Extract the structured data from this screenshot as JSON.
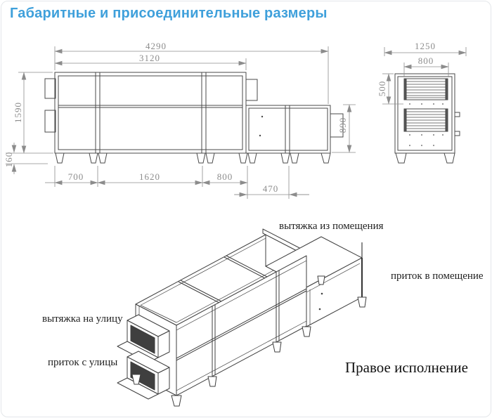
{
  "title": "Габаритные и присоединительные размеры",
  "front_view": {
    "dims": {
      "total_length": "4290",
      "connection_length": "3120",
      "body_height": "1590",
      "leg_height": "160",
      "section_1": "700",
      "section_2": "1620",
      "section_3": "800",
      "section_4": "470",
      "tail_height": "890"
    }
  },
  "side_view": {
    "dims": {
      "depth": "1250",
      "grille_width": "800",
      "grille_offset": "500"
    }
  },
  "isometric": {
    "labels": {
      "exhaust_from_room": "вытяжка из помещения",
      "supply_to_room": "приток в помещение",
      "exhaust_to_street": "вытяжка на улицу",
      "supply_from_street": "приток с улицы",
      "configuration": "Правое исполнение"
    }
  },
  "colors": {
    "title_blue": "#3fa0db",
    "dimension_gray": "#8c8c8c",
    "line_gray": "#4a4a4a"
  }
}
